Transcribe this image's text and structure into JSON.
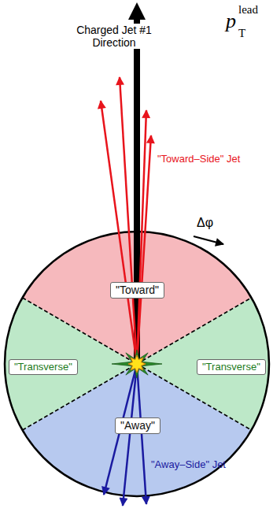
{
  "diagram": {
    "nodes": [
      {
        "text": [
          "\"Toward\""
        ]
      },
      {
        "text": [
          "\"Transverse\""
        ]
      },
      {
        "text": [
          "\"Transverse\""
        ]
      },
      {
        "text": [
          "\"Away\""
        ]
      }
    ],
    "labels": [
      "Charged Jet #1 Direction",
      "p",
      "T",
      "lead",
      "\"Toward–Side\" Jet",
      "Δφ",
      "\"Away–Side\" Jet"
    ]
  }
}
